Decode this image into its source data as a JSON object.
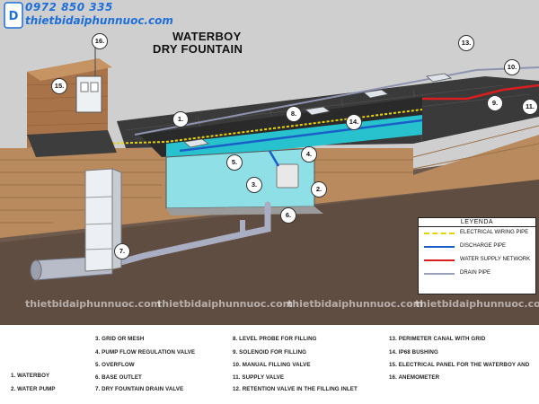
{
  "brand": {
    "phone": "0972 850 335",
    "site": "thietbidaiphunnuoc.com"
  },
  "title": {
    "line1": "WATERBOY",
    "line2": "DRY FOUNTAIN"
  },
  "watermark": "thietbidaiphunnuoc.com",
  "legend": {
    "title": "LEYENDA",
    "items": [
      {
        "label": "ELECTRICAL WIRING PIPE",
        "color": "#e8d400"
      },
      {
        "label": "DISCHARGE PIPE",
        "color": "#1a5fc8"
      },
      {
        "label": "WATER SUPPLY NETWORK",
        "color": "#d81e1e"
      },
      {
        "label": "DRAIN PIPE",
        "color": "#9aa0b8"
      }
    ]
  },
  "callouts": [
    "1.",
    "2.",
    "3.",
    "4.",
    "5.",
    "6.",
    "7.",
    "8.",
    "9.",
    "10.",
    "11.",
    "13.",
    "14.",
    "15.",
    "16."
  ],
  "key": [
    "1. WATERBOY",
    "2. WATER PUMP",
    "3. GRID OR MESH",
    "4. PUMP FLOW REGULATION VALVE",
    "5. OVERFLOW",
    "6. BASE OUTLET",
    "7. DRY FOUNTAIN DRAIN VALVE",
    "8. LEVEL PROBE FOR FILLING",
    "9. SOLENOID FOR FILLING",
    "10. MANUAL FILLING VALVE",
    "11. SUPPLY VALVE",
    "12. RETENTION VALVE IN THE FILLING INLET",
    "13. PERIMETER CANAL WITH GRID",
    "14. IP68 BUSHING",
    "15. ELECTRICAL PANEL FOR THE WATERBOY AND",
    "16. ANEMOMETER"
  ],
  "colors": {
    "sky": "#c9c9c9",
    "soil": "#6b5548",
    "wood": "#b98a5e",
    "water": "#2fc6d2",
    "pit": "#7fd8e0",
    "stone": "#3c3c3c"
  }
}
